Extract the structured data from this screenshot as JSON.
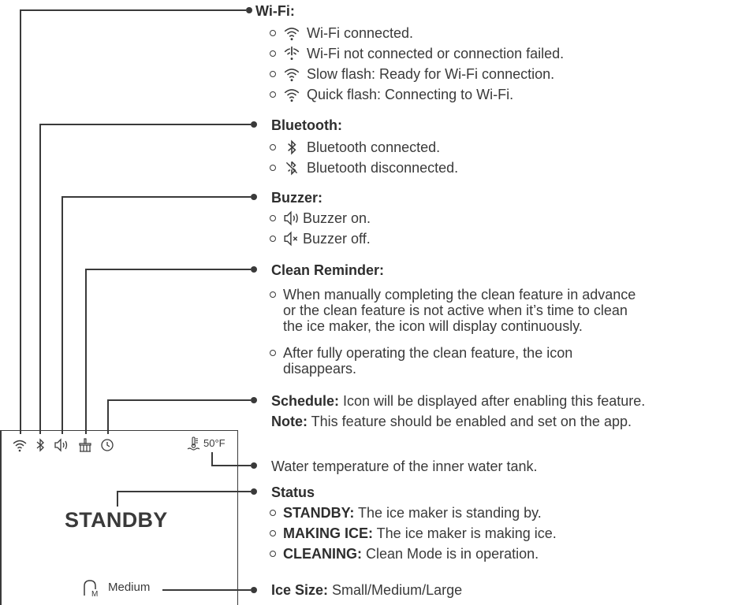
{
  "display": {
    "temp_value": "50°F",
    "status_value": "STANDBY",
    "ice_size_value": "Medium"
  },
  "wifi": {
    "title": "Wi-Fi:",
    "items": [
      "Wi-Fi connected.",
      "Wi-Fi not connected or connection failed.",
      "Slow flash: Ready for Wi-Fi connection.",
      "Quick flash: Connecting to Wi-Fi."
    ]
  },
  "bluetooth": {
    "title": "Bluetooth:",
    "items": [
      "Bluetooth connected.",
      "Bluetooth disconnected."
    ]
  },
  "buzzer": {
    "title": "Buzzer:",
    "items": [
      "Buzzer on.",
      "Buzzer off."
    ]
  },
  "clean": {
    "title": "Clean Reminder:",
    "p1": [
      "When manually completing the clean feature in advance",
      "or the clean feature is not active when it’s time to clean",
      "the ice maker, the icon will display continuously."
    ],
    "p2": [
      "After fully operating the clean feature, the icon",
      "disappears."
    ]
  },
  "schedule": {
    "title": "Schedule:",
    "text": " Icon will be displayed after enabling this feature.",
    "note_label": "Note:",
    "note_text": " This feature should be enabled and set on the app."
  },
  "water": {
    "text": "Water temperature of the inner water tank."
  },
  "status": {
    "title": "Status",
    "items": [
      {
        "label": "STANDBY:",
        "text": " The ice maker is standing by."
      },
      {
        "label": "MAKING ICE:",
        "text": " The ice maker is making ice."
      },
      {
        "label": "CLEANING:",
        "text": " Clean Mode is in operation."
      }
    ]
  },
  "ice_size": {
    "label": "Ice Size:",
    "text": " Small/Medium/Large"
  },
  "icons": [
    "wifi-icon",
    "wifi-failed-icon",
    "bluetooth-icon",
    "bluetooth-off-icon",
    "buzzer-on-icon",
    "buzzer-off-icon",
    "clean-brush-icon",
    "clock-icon",
    "water-temp-icon",
    "ice-cup-icon"
  ]
}
